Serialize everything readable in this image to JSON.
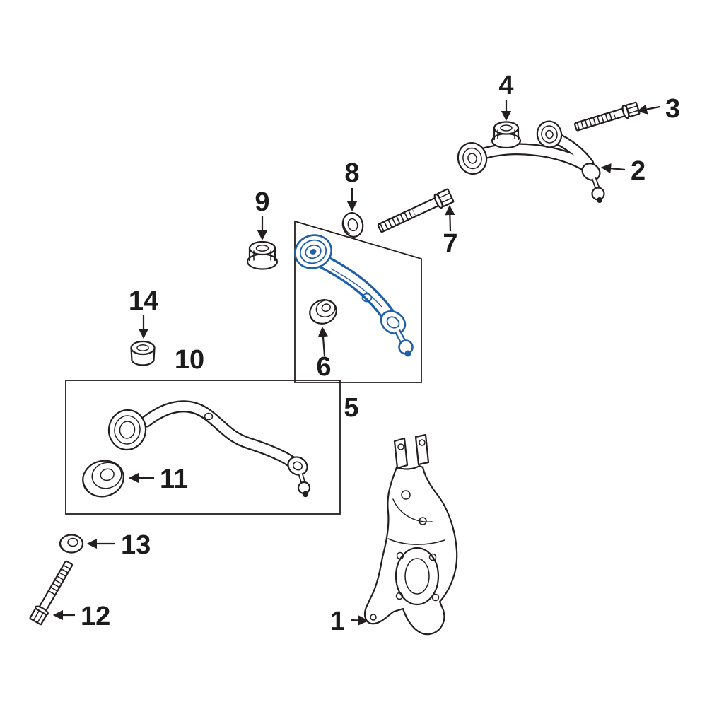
{
  "diagram": {
    "type": "exploded-parts-diagram",
    "background_color": "#ffffff",
    "line_color": "#231f20",
    "highlight_color": "#1f5fa8",
    "highlighted_part": "5",
    "labels": {
      "p1": "1",
      "p2": "2",
      "p3": "3",
      "p4": "4",
      "p5": "5",
      "p6": "6",
      "p7": "7",
      "p8": "8",
      "p9": "9",
      "p10": "10",
      "p11": "11",
      "p12": "12",
      "p13": "13",
      "p14": "14"
    }
  }
}
